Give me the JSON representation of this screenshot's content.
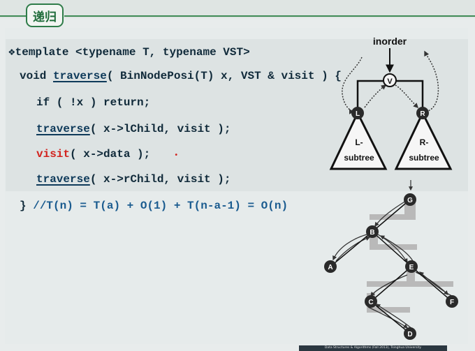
{
  "header": {
    "tab_title": "递归"
  },
  "code": {
    "line1": "template <typename T, typename VST>",
    "line2_pre": "void ",
    "line2_fn": "traverse",
    "line2_post": "( BinNodePosi(T) x, VST & visit ) {",
    "line3": "if ( !x ) return;",
    "line4_fn": "traverse",
    "line4_post": "( x->lChild, visit );",
    "line5_fn": "visit",
    "line5_post": "( x->data );",
    "line6_fn": "traverse",
    "line6_post": "( x->rChild, visit );",
    "line7_brace": "}",
    "line7_comment": "//T(n) = T(a) + O(1) + T(n-a-1) = O(n)"
  },
  "diagram_top": {
    "label": "inorder",
    "root": "V",
    "left_child": "L",
    "right_child": "R",
    "left_subtree": "L-\nsubtree",
    "right_subtree": "R-\nsubtree"
  },
  "diagram_bottom": {
    "nodes": [
      "G",
      "B",
      "A",
      "E",
      "C",
      "F",
      "D"
    ]
  },
  "footer": {
    "text": "Data Structures & Algorithms (Fall 2013), Tsinghua University"
  },
  "colors": {
    "accent": "#2f7c49",
    "code_text": "#102a3a",
    "keyword_red": "#d2231e",
    "node_fill": "#2a2a2a"
  }
}
